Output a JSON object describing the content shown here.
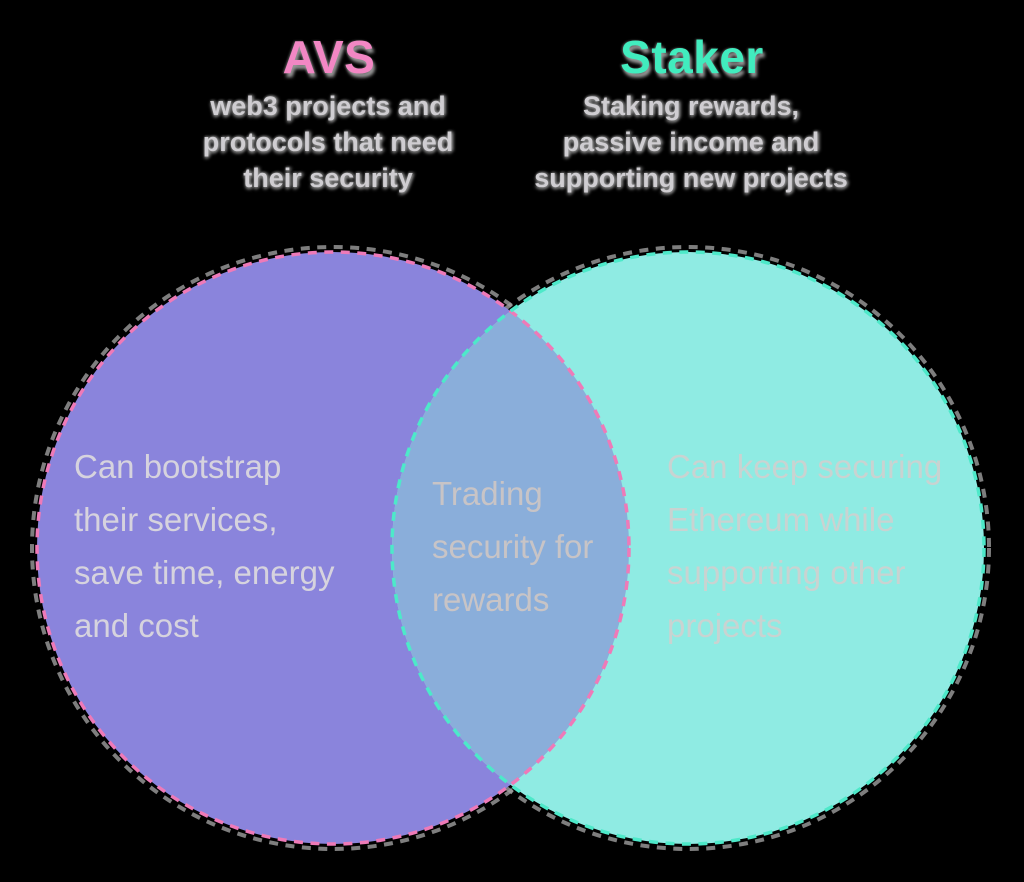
{
  "diagram": {
    "type": "venn",
    "left": {
      "title": "AVS",
      "subtitle_lines": [
        "web3 projects and",
        "protocols that need",
        "their security"
      ],
      "body_lines": [
        "Can bootstrap",
        "their services,",
        "save time, energy",
        "and cost"
      ]
    },
    "right": {
      "title": "Staker",
      "subtitle_lines": [
        "Staking rewards,",
        "passive income and",
        "supporting new projects"
      ],
      "body_lines": [
        "Can keep securing",
        "Ethereum while",
        "supporting other",
        "projects"
      ]
    },
    "overlap": {
      "body_lines": [
        "Trading",
        "security for",
        "rewards"
      ]
    }
  },
  "colors": {
    "background": "#000000",
    "avs_title": "#F287C4",
    "staker_title": "#41ECBE",
    "left_circle_fill": "#8A84DC",
    "right_circle_fill": "#8FEBE3",
    "overlap_fill": "#8AAEDA",
    "left_dash_stroke": "#EE7AB8",
    "right_dash_stroke": "#4DE9C9",
    "halo_stroke": "#9E9E9E",
    "subtitle_text": "#CFCDD1",
    "left_body_text": "#D6D3DE",
    "right_body_text": "#C9D3D1",
    "overlap_body_text": "#C8C4C6"
  }
}
